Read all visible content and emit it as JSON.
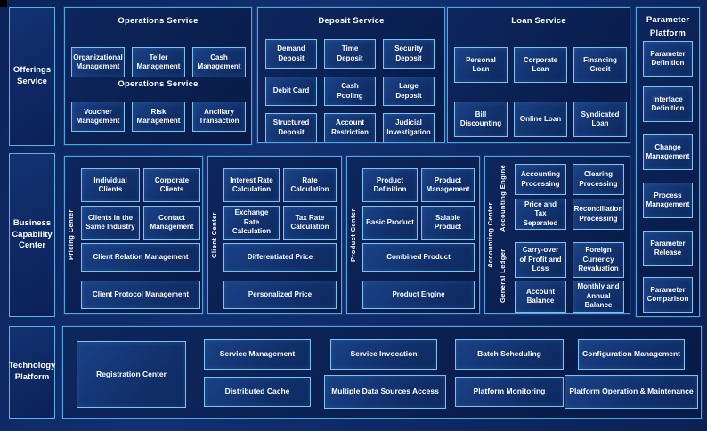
{
  "colors": {
    "background": "#0e2a66",
    "panel_border": "#4fa6e2",
    "box_border": "#7fc2ef",
    "box_fill": "#16397c",
    "text": "#ffffff"
  },
  "sidebar": {
    "offerings": "Offerings Service",
    "business": "Business Capability Center",
    "technology": "Technology Platform"
  },
  "operations": {
    "title": "Operations Service",
    "subtitle": "Operations Service",
    "row1": [
      "Organizational Management",
      "Teller Management",
      "Cash Management"
    ],
    "row2": [
      "Voucher Management",
      "Risk Management",
      "Ancillary Transaction"
    ]
  },
  "deposit": {
    "title": "Deposit Service",
    "boxes": [
      "Demand Deposit",
      "Time Deposit",
      "Security Deposit",
      "Debit Card",
      "Cash Pooling",
      "Large Deposit",
      "Structured Deposit",
      "Account Restriction",
      "Judicial Investigation"
    ]
  },
  "loan": {
    "title": "Loan Service",
    "row1": [
      "Personal Loan",
      "Corporate Loan",
      "Financing Credit"
    ],
    "row2": [
      "Bill Discounting",
      "Online Loan",
      "Syndicated Loan"
    ]
  },
  "parameter_platform": {
    "title": "Parameter Platform",
    "boxes": [
      "Parameter Definition",
      "Interface Definition",
      "Change Management",
      "Process Management",
      "Parameter Release",
      "Parameter Comparison"
    ]
  },
  "pricing_center": {
    "label": "Pricing Center",
    "small": [
      "Individual Clients",
      "Corporate Clients",
      "Clients in the Same Industry",
      "Contact Management"
    ],
    "wide": [
      "Client Relation Management",
      "Client Protocol Management"
    ]
  },
  "client_center": {
    "label": "Client Center",
    "small": [
      "Interest Rate Calculation",
      "Rate Calculation",
      "Exchange Rate Calculation",
      "Tax Rate Calculation"
    ],
    "wide": [
      "Differentiated Price",
      "Personalized Price"
    ]
  },
  "product_center": {
    "label": "Product Center",
    "small": [
      "Product Definition",
      "Product Management",
      "Basic Product",
      "Salable Product"
    ],
    "wide": [
      "Combined Product",
      "Product Engine"
    ]
  },
  "accounting_center": {
    "label": "Accounting Center",
    "engine": {
      "label": "Accounting Engine",
      "boxes": [
        "Accounting Processing",
        "Clearing Processing",
        "Price and Tax Separated",
        "Reconciliation Processing"
      ]
    },
    "ledger": {
      "label": "General Ledger",
      "boxes": [
        "Carry-over of Profit and Loss",
        "Foreign Currency Revaluation",
        "Account Balance",
        "Monthly and Annual Balance"
      ]
    }
  },
  "technology": {
    "registration": "Registration Center",
    "grid": [
      "Service Management",
      "Service Invocation",
      "Batch Scheduling",
      "Configuration Management",
      "Distributed Cache",
      "Multiple Data Sources Access",
      "Platform Monitoring",
      "Platform Operation & Maintenance"
    ]
  }
}
